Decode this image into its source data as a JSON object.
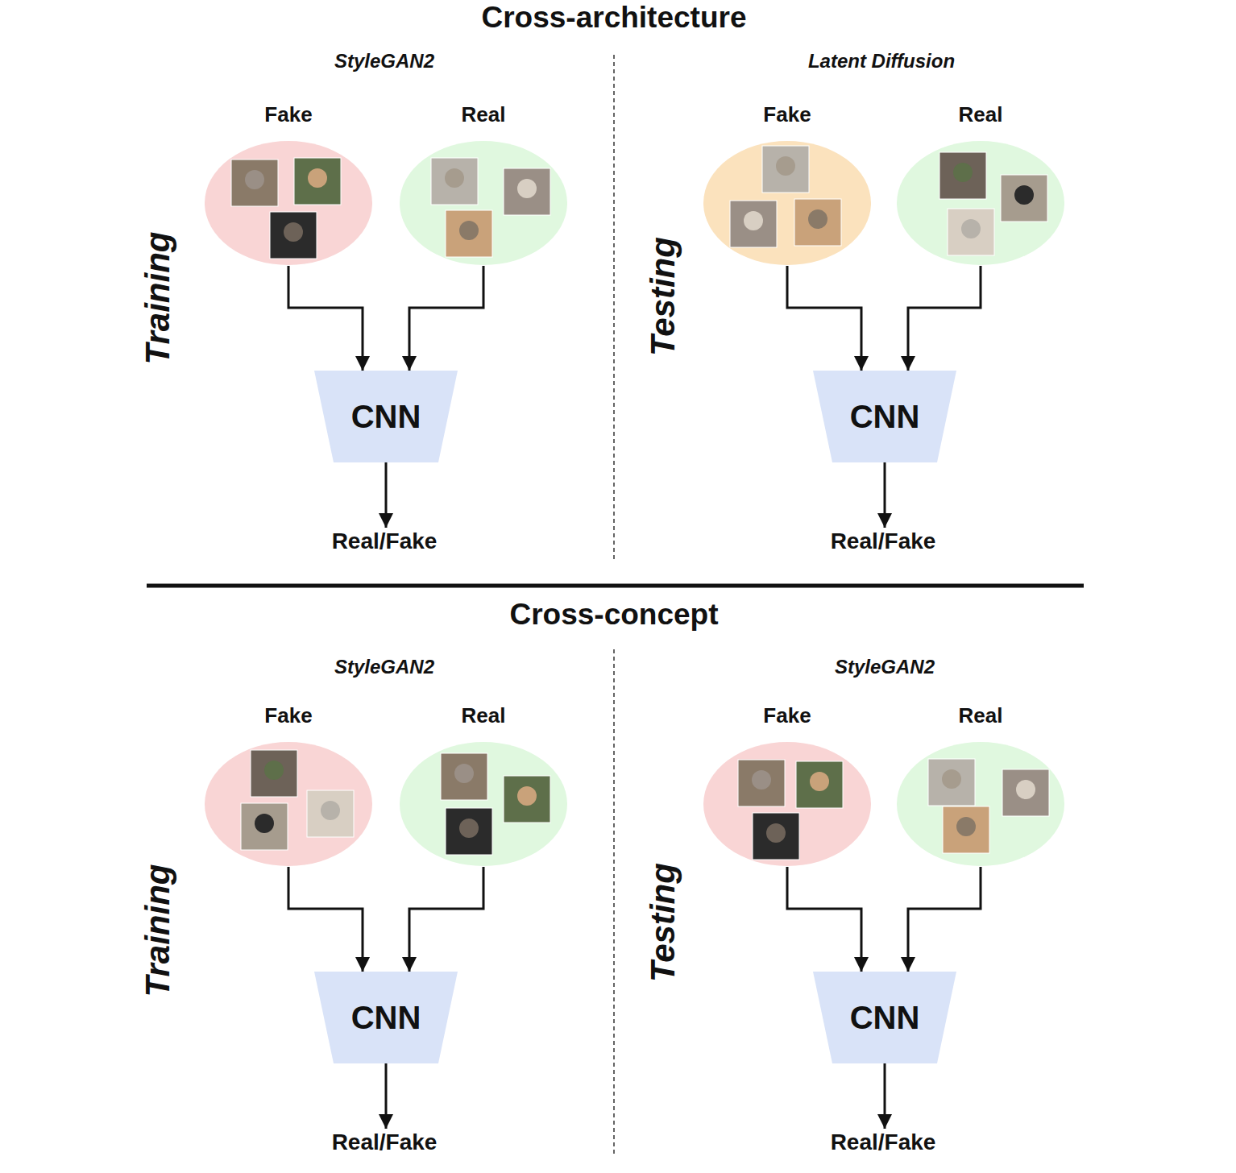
{
  "diagram": {
    "title": "Cross-architecture",
    "nodes": [
      {
        "text": [
          "Fake"
        ]
      },
      {
        "text": [
          "Real"
        ]
      },
      {
        "text": [
          "CNN"
        ]
      },
      {
        "text": [
          "Real/Fake"
        ]
      },
      {
        "text": [
          "Fake"
        ]
      },
      {
        "text": [
          "Real"
        ]
      },
      {
        "text": [
          "CNN"
        ]
      },
      {
        "text": [
          "Real/Fake"
        ]
      },
      {
        "text": [
          "Fake"
        ]
      },
      {
        "text": [
          "Real"
        ]
      },
      {
        "text": [
          "CNN"
        ]
      },
      {
        "text": [
          "Real/Fake"
        ]
      },
      {
        "text": [
          "Fake"
        ]
      },
      {
        "text": [
          "Real"
        ]
      },
      {
        "text": [
          "CNN"
        ]
      },
      {
        "text": [
          "Real/Fake"
        ]
      }
    ],
    "edges": [
      {
        "from": 0,
        "to": 2,
        "arrow": "to"
      },
      {
        "from": 1,
        "to": 2,
        "arrow": "to"
      },
      {
        "from": 2,
        "to": 3,
        "arrow": "to"
      },
      {
        "from": 4,
        "to": 6,
        "arrow": "to"
      },
      {
        "from": 5,
        "to": 6,
        "arrow": "to"
      },
      {
        "from": 6,
        "to": 7,
        "arrow": "to"
      },
      {
        "from": 8,
        "to": 10,
        "arrow": "to"
      },
      {
        "from": 9,
        "to": 10,
        "arrow": "to"
      },
      {
        "from": 10,
        "to": 11,
        "arrow": "to"
      },
      {
        "from": 12,
        "to": 14,
        "arrow": "to"
      },
      {
        "from": 13,
        "to": 14,
        "arrow": "to"
      },
      {
        "from": 14,
        "to": 15,
        "arrow": "to"
      }
    ],
    "labels": [
      "StyleGAN2",
      "Latent Diffusion",
      "Training",
      "Testing",
      "Cross-concept",
      "StyleGAN2",
      "StyleGAN2",
      "Training",
      "Testing"
    ]
  }
}
